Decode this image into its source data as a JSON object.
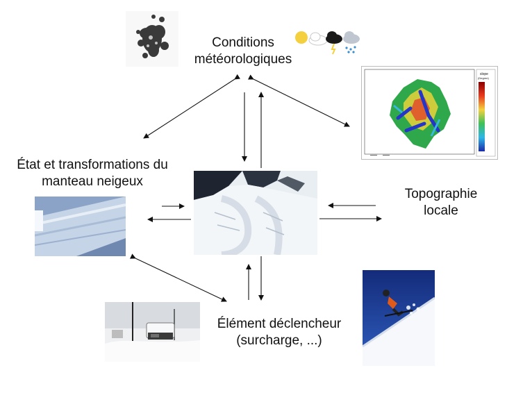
{
  "labels": {
    "meteo": [
      "Conditions",
      "météorologiques"
    ],
    "snowpack": [
      "État et transformations du",
      "manteau neigeux"
    ],
    "topography": [
      "Topographie",
      "locale"
    ],
    "trigger": [
      "Élément déclencheur",
      "(surcharge, ...)"
    ]
  },
  "slope_map": {
    "legend_title": "slope",
    "legend_unit": "(Degree)"
  },
  "colors": {
    "arrow": "#111111",
    "sky": "#1f3f96",
    "snow": "#f2f5f8"
  }
}
